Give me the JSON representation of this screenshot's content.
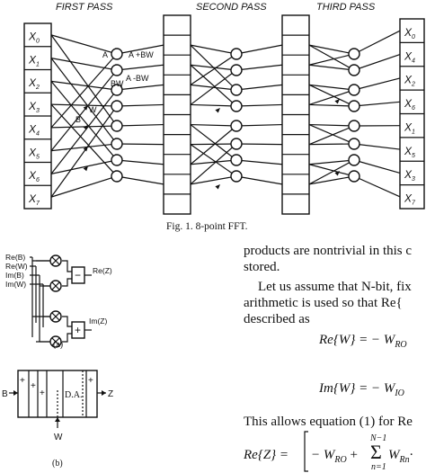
{
  "fig1": {
    "pass_labels": [
      "FIRST PASS",
      "SECOND PASS",
      "THIRD PASS"
    ],
    "inputs": [
      "X0",
      "X1",
      "X2",
      "X3",
      "X4",
      "X5",
      "X6",
      "X7"
    ],
    "outputs": [
      "X0",
      "X4",
      "X2",
      "X6",
      "X1",
      "X5",
      "X3",
      "X7"
    ],
    "butterfly_labels": {
      "a": "A",
      "a_plus": "A +BW",
      "a_minus": "A -BW",
      "bw": "BW",
      "b": "B",
      "w": "W"
    },
    "caption": "Fig. 1.   8-point FFT."
  },
  "fig2a": {
    "inputs": [
      "Re(B)",
      "Re(W)",
      "Im(B)",
      "Im(W)"
    ],
    "outputs": [
      "Re(Z)",
      "Im(Z)"
    ],
    "subtract_sign": "−",
    "add_sign": "+",
    "caption": "(a)"
  },
  "fig2b": {
    "left_label": "B",
    "right_label": "Z",
    "bottom_label": "W",
    "block_label": "D.A.",
    "caption": "(b)"
  },
  "text": {
    "line1": "products are nontrivial in this c",
    "line2": "stored.",
    "line3": "Let us assume that N-bit, fix",
    "line4": "arithmetic is used so that Re{",
    "line5": "described as",
    "eq1": "Re{W} = − W",
    "eq1_sub": "RO",
    "eq2": "Im{W} = − W",
    "eq2_sub": "IO",
    "line6": "This allows equation (1) for Re",
    "eq3_left": "Re{Z} =",
    "eq3_body": "− W",
    "eq3_sub": "RO",
    "eq3_plus": "+",
    "eq3_sum_top": "N−1",
    "eq3_sum_bot": "n=1",
    "eq3_term": "W",
    "eq3_term_sub": "Rn"
  }
}
